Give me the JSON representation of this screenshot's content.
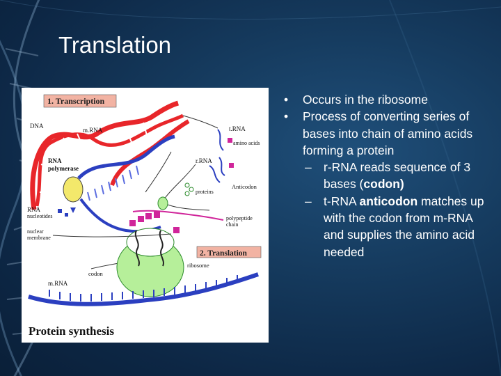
{
  "slide": {
    "title": "Translation",
    "bullets": [
      {
        "text": "Occurs in the ribosome"
      },
      {
        "text": "Process of converting series of bases into chain of amino acids forming a protein"
      }
    ],
    "sub_bullets": [
      {
        "text_before": "r-RNA reads sequence of 3 bases (",
        "bold": "codon)",
        "text_after": ""
      },
      {
        "text_before": "t-RNA ",
        "bold": "anticodon",
        "text_after": " matches up with the codon from m-RNA and supplies the amino acid needed"
      }
    ],
    "bullet_mark": "•",
    "sub_mark": "–"
  },
  "figure": {
    "label_transcription": "1. Transcription",
    "label_translation": "2. Translation",
    "label_dna": "DNA",
    "label_mrna_top": "m.RNA",
    "label_rna_polymerase_1": "RNA",
    "label_rna_polymerase_2": "polymerase",
    "label_trna": "t.RNA",
    "label_amino_acids": "amino acids",
    "label_rrna": "r.RNA",
    "label_proteins": "proteins",
    "label_anticodon": "Anticodon",
    "label_rna_nucleotides_1": "RNA",
    "label_rna_nucleotides_2": "nucleotides",
    "label_nuclear_membrane_1": "nuclear",
    "label_nuclear_membrane_2": "membrane",
    "label_polypeptide_1": "polypeptide",
    "label_polypeptide_2": "chain",
    "label_codon": "codon",
    "label_ribosome": "ribosome",
    "label_mrna_bottom": "m.RNA",
    "caption": "Protein synthesis"
  },
  "colors": {
    "background": "#163c60",
    "dna_red": "#e8262a",
    "mrna_blue": "#2b3fc0",
    "ribosome_green": "#b6ef9a",
    "amino_magenta": "#d0259a",
    "label_box": "#f2b3a3"
  }
}
